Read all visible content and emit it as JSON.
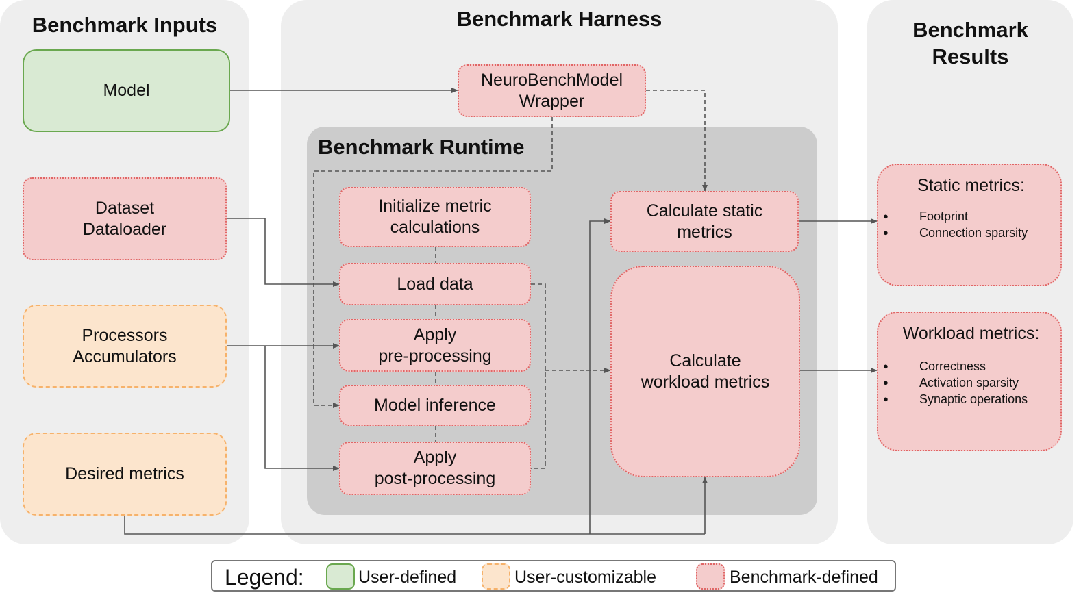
{
  "panels": {
    "inputs_title": "Benchmark Inputs",
    "harness_title": "Benchmark Harness",
    "results_title": "Benchmark\nResults",
    "runtime_title": "Benchmark Runtime"
  },
  "inputs": {
    "model": "Model",
    "dataset": "Dataset\nDataloader",
    "processors": "Processors\nAccumulators",
    "desired_metrics": "Desired metrics"
  },
  "harness": {
    "wrapper": "NeuroBenchModel\nWrapper",
    "init_metrics": "Initialize metric\ncalculations",
    "load_data": "Load data",
    "pre_processing": "Apply\npre-processing",
    "model_inference": "Model inference",
    "post_processing": "Apply\npost-processing",
    "static_metrics": "Calculate static\nmetrics",
    "workload_metrics": "Calculate\nworkload metrics"
  },
  "results": {
    "static": {
      "title": "Static metrics:",
      "items": [
        "Footprint",
        "Connection sparsity"
      ]
    },
    "workload": {
      "title": "Workload metrics:",
      "items": [
        "Correctness",
        "Activation sparsity",
        "Synaptic operations"
      ]
    }
  },
  "legend": {
    "title": "Legend:",
    "user_defined": "User-defined",
    "user_customizable": "User-customizable",
    "benchmark_defined": "Benchmark-defined"
  },
  "colors": {
    "user_defined_fill": "#d9ead3",
    "user_defined_border": "#6aa84f",
    "user_customizable_fill": "#fce5cd",
    "user_customizable_border": "#f6b26b",
    "benchmark_defined_fill": "#f4cccc",
    "benchmark_defined_border": "#e06666",
    "panel": "#eeeeee",
    "runtime": "#cccccc",
    "connector": "#555555"
  }
}
